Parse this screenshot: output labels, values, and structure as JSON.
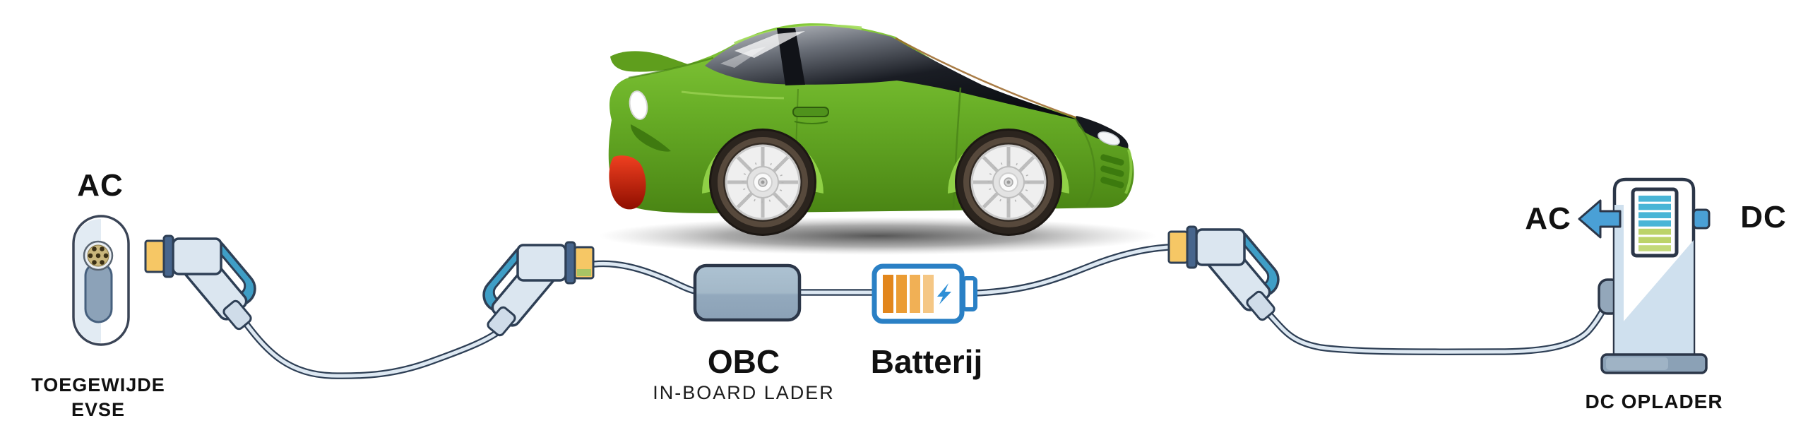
{
  "diagram": {
    "title_implicit": "EV AC/DC charging diagram",
    "labels": {
      "evse_ac": "AC",
      "evse_name_line1": "TOEGEWIJDE",
      "evse_name_line2": "EVSE",
      "obc_title": "OBC",
      "obc_subtitle": "IN-BOARD LADER",
      "battery_label": "Batterij",
      "dc_station_ac": "AC",
      "dc_station_dc": "DC",
      "dc_station_name": "DC OPLADER"
    },
    "colors": {
      "label_green": "#74b63f",
      "text_black": "#111111",
      "outline_navy": "#2e3f55",
      "plug_body": "#dbe6f0",
      "plug_band": "#47658c",
      "handle_teal": "#3f9ec6",
      "connector_yellow": "#f6c765",
      "connector_green_sliver": "#a8c465",
      "cable_fill": "#dde8f2",
      "obc_fill_top": "#adc2d2",
      "obc_fill_bottom": "#8ba1b6",
      "battery_border_blue": "#2a80c5",
      "battery_bolt_blue": "#2e8fd6",
      "battery_bars": [
        "#e2861c",
        "#eb9c33",
        "#f1b055",
        "#f5c785"
      ],
      "screen_bars": [
        "#49b5d6",
        "#49b5d6",
        "#49b5d6",
        "#49b5d6",
        "#bcd36a",
        "#bcd36a",
        "#c3d97a"
      ],
      "arrow_blue": "#4aa0d6",
      "station_base_grey": "#8ba1b6",
      "car_green": "#6db32a"
    },
    "icons": {
      "ev_car": "green-sports-car-side-view",
      "evse_socket": "wall-socket-type2-pill",
      "charging_plug": "ev-charging-connector-with-handle",
      "obc_box": "inline-converter-box",
      "battery": "battery-charging-orange-bars",
      "dc_station": "dc-fast-charger-pillar-with-screen",
      "ac_arrow": "left-arrow"
    }
  }
}
